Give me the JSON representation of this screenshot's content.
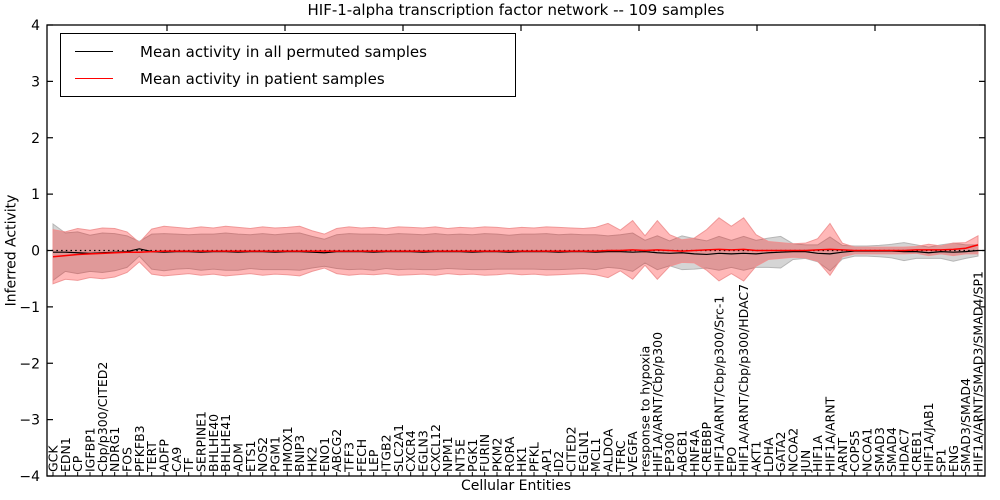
{
  "title": "HIF-1-alpha transcription factor network -- 109 samples",
  "chart_data": {
    "type": "line",
    "title": "HIF-1-alpha transcription factor network -- 109 samples",
    "xlabel": "Cellular Entities",
    "ylabel": "Inferred Activity",
    "ylim": [
      -4,
      4
    ],
    "y_ticks": [
      4,
      3,
      2,
      1,
      0,
      -1,
      -2,
      -3,
      -4
    ],
    "grid": false,
    "legend_position": "upper left",
    "zero_line": 0,
    "categories": [
      "GCK",
      "EDN1",
      "CP",
      "IGFBP1",
      "Cbp/p300/CITED2",
      "NDRG1",
      "FOS",
      "PFKFB3",
      "TERT",
      "ADFP",
      "CA9",
      "TF",
      "SERPINE1",
      "BHLHE40",
      "BHLHE41",
      "ADM",
      "ETS1",
      "NOS2",
      "PGM1",
      "HMOX1",
      "BNIP3",
      "HK2",
      "ENO1",
      "ABCG2",
      "TFF3",
      "FECH",
      "LEP",
      "ITGB2",
      "SLC2A1",
      "CXCR4",
      "EGLN3",
      "CXCL12",
      "NPM1",
      "NT5E",
      "PGK1",
      "FURIN",
      "PKM2",
      "RORA",
      "HK1",
      "PFKL",
      "AP1",
      "ID2",
      "CITED2",
      "EGLN1",
      "MCL1",
      "ALDOA",
      "TFRC",
      "VEGFA",
      "response to hypoxia",
      "HIF1A/ARNT/Cbp/p300",
      "EP300",
      "ABCB1",
      "HNF4A",
      "CREBBP",
      "HIF1A/ARNT/Cbp/p300/Src-1",
      "EPO",
      "HIF1A/ARNT/Cbp/p300/HDAC7",
      "AKT1",
      "LDHA",
      "GATA2",
      "NCOA2",
      "JUN",
      "HIF1A",
      "HIF1A/ARNT",
      "ARNT",
      "COPS5",
      "NCOA1",
      "SMAD3",
      "SMAD4",
      "HDAC7",
      "CREB1",
      "HIF1A/JAB1",
      "SP1",
      "ENG",
      "SMAD3/SMAD4",
      "HIF1A/ARNT/SMAD3/SMAD4/SP1"
    ],
    "series": [
      {
        "name": "Mean activity in all permuted samples",
        "color": "#000000",
        "band_color": "#888888",
        "mean": [
          -0.03,
          -0.03,
          -0.04,
          -0.05,
          -0.04,
          -0.03,
          -0.02,
          0.03,
          -0.02,
          -0.03,
          -0.02,
          -0.02,
          -0.03,
          -0.02,
          -0.02,
          -0.03,
          -0.02,
          -0.02,
          -0.03,
          -0.02,
          -0.02,
          -0.03,
          -0.04,
          -0.02,
          -0.02,
          -0.02,
          -0.03,
          -0.02,
          -0.02,
          -0.02,
          -0.03,
          -0.02,
          -0.02,
          -0.02,
          -0.03,
          -0.02,
          -0.02,
          -0.03,
          -0.02,
          -0.02,
          -0.02,
          -0.03,
          -0.02,
          -0.02,
          -0.03,
          -0.02,
          -0.02,
          -0.03,
          -0.02,
          -0.04,
          -0.05,
          -0.04,
          -0.06,
          -0.07,
          -0.05,
          -0.06,
          -0.05,
          -0.06,
          -0.04,
          -0.03,
          -0.02,
          -0.02,
          -0.05,
          -0.06,
          -0.03,
          -0.01,
          -0.01,
          -0.01,
          -0.01,
          -0.02,
          -0.02,
          -0.04,
          -0.02,
          -0.03,
          -0.02,
          0.0
        ],
        "std": [
          0.5,
          0.34,
          0.37,
          0.32,
          0.35,
          0.33,
          0.28,
          0.13,
          0.31,
          0.33,
          0.31,
          0.3,
          0.32,
          0.31,
          0.33,
          0.32,
          0.3,
          0.32,
          0.31,
          0.32,
          0.33,
          0.28,
          0.24,
          0.3,
          0.32,
          0.31,
          0.32,
          0.3,
          0.32,
          0.31,
          0.31,
          0.32,
          0.3,
          0.31,
          0.31,
          0.32,
          0.31,
          0.3,
          0.31,
          0.31,
          0.32,
          0.31,
          0.31,
          0.3,
          0.31,
          0.28,
          0.3,
          0.34,
          0.2,
          0.3,
          0.22,
          0.3,
          0.27,
          0.24,
          0.3,
          0.24,
          0.3,
          0.24,
          0.26,
          0.28,
          0.14,
          0.12,
          0.15,
          0.3,
          0.12,
          0.09,
          0.09,
          0.1,
          0.12,
          0.16,
          0.12,
          0.1,
          0.12,
          0.16,
          0.12,
          0.1
        ]
      },
      {
        "name": "Mean activity in patient samples",
        "color": "#ff0000",
        "band_color": "#ff0000",
        "mean": [
          -0.11,
          -0.09,
          -0.07,
          -0.06,
          -0.05,
          -0.04,
          -0.03,
          -0.03,
          -0.02,
          -0.01,
          -0.01,
          -0.01,
          -0.01,
          -0.01,
          -0.01,
          -0.01,
          -0.01,
          -0.01,
          -0.01,
          -0.01,
          -0.01,
          -0.01,
          -0.01,
          -0.01,
          -0.01,
          -0.01,
          -0.01,
          -0.01,
          -0.01,
          -0.01,
          -0.01,
          -0.01,
          -0.01,
          -0.01,
          -0.01,
          -0.01,
          -0.01,
          -0.01,
          -0.01,
          -0.01,
          -0.01,
          -0.01,
          -0.01,
          -0.01,
          -0.01,
          0.0,
          0.0,
          0.01,
          0.0,
          0.01,
          0.0,
          -0.01,
          0.0,
          0.01,
          0.02,
          0.01,
          0.02,
          0.0,
          0.0,
          0.0,
          0.0,
          0.0,
          0.01,
          0.02,
          0.01,
          0.0,
          0.0,
          0.0,
          0.0,
          0.0,
          0.01,
          0.01,
          0.01,
          0.02,
          0.04,
          0.1
        ],
        "std": [
          0.48,
          0.42,
          0.46,
          0.42,
          0.45,
          0.43,
          0.36,
          0.17,
          0.4,
          0.44,
          0.42,
          0.4,
          0.43,
          0.41,
          0.44,
          0.42,
          0.4,
          0.43,
          0.41,
          0.42,
          0.44,
          0.36,
          0.3,
          0.4,
          0.43,
          0.41,
          0.42,
          0.4,
          0.43,
          0.42,
          0.41,
          0.43,
          0.4,
          0.42,
          0.41,
          0.43,
          0.42,
          0.4,
          0.42,
          0.41,
          0.43,
          0.42,
          0.41,
          0.4,
          0.42,
          0.48,
          0.36,
          0.52,
          0.26,
          0.52,
          0.28,
          0.2,
          0.22,
          0.36,
          0.56,
          0.42,
          0.56,
          0.28,
          0.16,
          0.14,
          0.12,
          0.13,
          0.2,
          0.46,
          0.12,
          0.06,
          0.06,
          0.06,
          0.06,
          0.06,
          0.06,
          0.1,
          0.07,
          0.11,
          0.1,
          0.16
        ]
      }
    ]
  }
}
